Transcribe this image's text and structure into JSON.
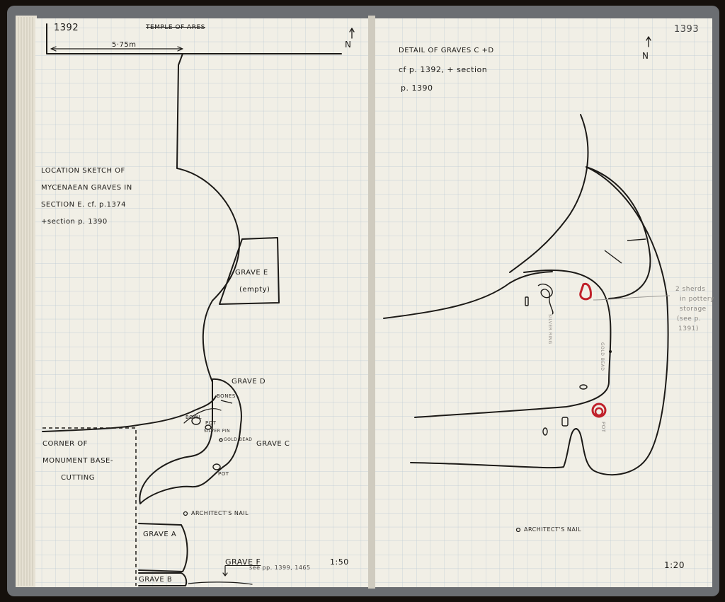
{
  "left_page": {
    "page_number": "1392",
    "temple_label": "TEMPLE OF ARES",
    "distance": "5·75m",
    "north": "N",
    "location_title": [
      "LOCATION SKETCH OF",
      "MYCENAEAN GRAVES IN",
      "SECTION E.  cf. p.1374",
      "+section p. 1390"
    ],
    "grave_e": [
      "GRAVE E",
      "(empty)"
    ],
    "grave_d": "GRAVE D",
    "grave_c": "GRAVE C",
    "corner": [
      "CORNER OF",
      "MONUMENT BASE-",
      "CUTTING"
    ],
    "grave_d_items": {
      "bones": "BONES",
      "bowl": "BOWL",
      "pot_upper": "POT",
      "silver_pin": "SILVER PIN",
      "gold_bead": "GOLD BEAD",
      "pot_lower": "POT"
    },
    "architects_nail": "ARCHITECT'S NAIL",
    "grave_a": "GRAVE A",
    "grave_b": "GRAVE B",
    "grave_f": "GRAVE F",
    "grave_f_ref": "see pp. 1399, 1465",
    "scale": "1:50"
  },
  "right_page": {
    "page_number": "1393",
    "north": "N",
    "detail_title": [
      "DETAIL OF GRAVES C +D",
      "cf p. 1392, + section",
      "p. 1390"
    ],
    "silver_ring": "SILVER RING",
    "gold_bead": "GOLD BEAD",
    "pot": "POT",
    "sherds_note": [
      "2 sherds",
      "in pottery",
      "storage",
      "(see p.",
      "1391)"
    ],
    "architects_nail": "ARCHITECT'S NAIL",
    "scale": "1:20"
  },
  "colors": {
    "paper": "#f1efe6",
    "grid": "#b9c8d4",
    "ink": "#1c1a17",
    "red_ink": "#c0202a",
    "cover": "#6b6e72"
  }
}
